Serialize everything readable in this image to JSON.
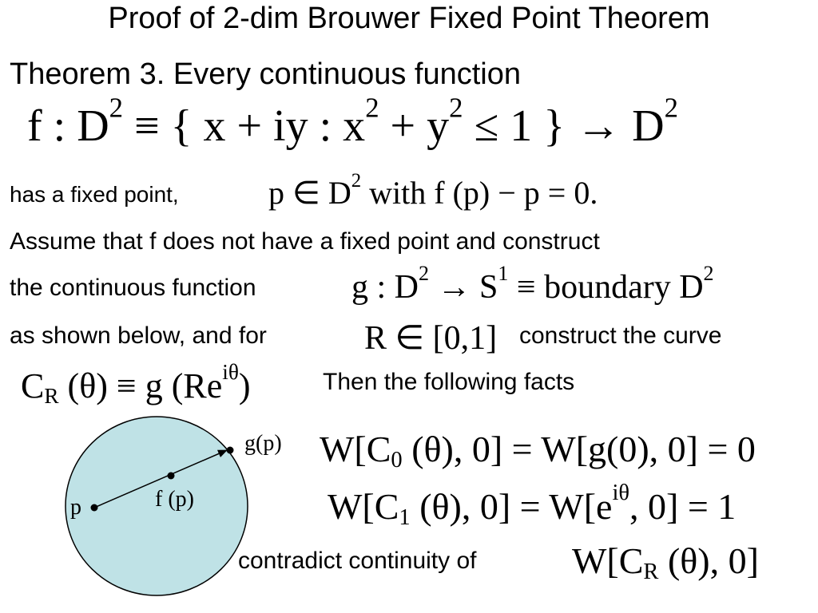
{
  "title": "Proof of 2-dim Brouwer Fixed Point Theorem",
  "theorem": "Theorem 3. Every continuous function",
  "f_def": {
    "lhs": "f : D",
    "exp1": "2",
    "mid1": " ≡ { x + iy : x",
    "exp2": "2",
    "mid2": " + y",
    "exp3": "2",
    "mid3": " ≤ 1 } → D",
    "exp4": "2"
  },
  "fixed_point": {
    "text": "has a fixed point,",
    "m1": "p ∈ D",
    "exp": "2",
    "m2": "  with f (p) − p = 0."
  },
  "assume": "Assume that f does not have a fixed point and construct",
  "continuous": {
    "text": "the continuous function",
    "m1": "g :  D",
    "exp1": "2",
    "m2": " → S",
    "exp2": "1",
    "m3": " ≡ boundary D",
    "exp3": "2"
  },
  "shown": {
    "text": "as shown below, and for",
    "math": "R ∈ [0,1]",
    "text_end": "construct the curve"
  },
  "curve": {
    "c": "C",
    "sub": "R",
    "m1": " (θ) ≡ g (Re",
    "sup": "iθ",
    "m2": ")"
  },
  "then": "Then the following facts",
  "fact0": {
    "m1": "W[C",
    "sub": "0",
    "m2": " (θ), 0] = W[g(0), 0] = 0"
  },
  "fact1": {
    "m1": "W[C",
    "sub": "1",
    "m2": " (θ), 0] = W[e",
    "sup": "iθ",
    "m3": ", 0] = 1"
  },
  "contradict": {
    "text": "contradict continuity of",
    "m1": "W[C",
    "sub": "R",
    "m2": " (θ), 0]"
  },
  "figure": {
    "disk_fill": "#bfe2e6",
    "label_p": "p",
    "label_fp": "f (p)",
    "label_gp": "g(p)"
  }
}
